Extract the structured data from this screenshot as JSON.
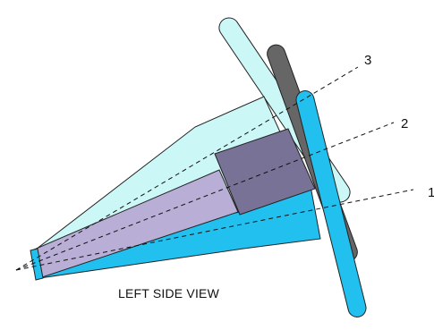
{
  "caption": "LEFT SIDE VIEW",
  "axis_labels": [
    "1",
    "2",
    "3"
  ],
  "colors": {
    "light_cyan": "#ccf7f7",
    "cyan": "#22c0ee",
    "dark_gray": "#666666",
    "slate": "#777296",
    "lavender": "#b8aed6",
    "outline": "#222222"
  }
}
